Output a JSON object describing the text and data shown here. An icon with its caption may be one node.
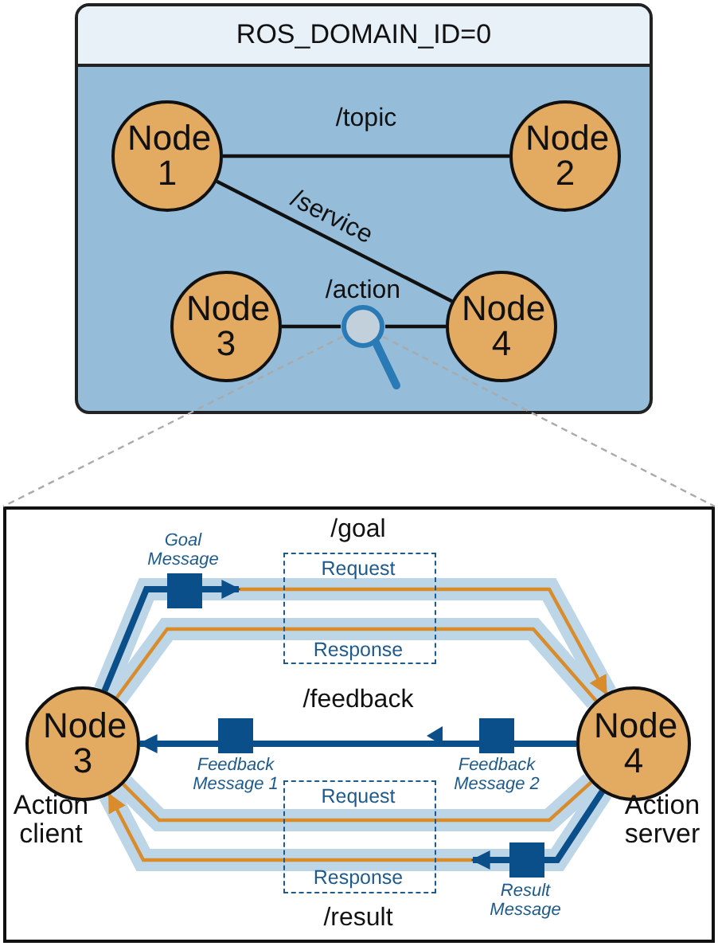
{
  "diagram": {
    "nodes": [
      {
        "text": [
          "ROS_DOMAIN_ID=0"
        ]
      },
      {
        "text": [
          "Node 1"
        ],
        "in": 0
      },
      {
        "text": [
          "Node 2"
        ],
        "in": 0
      },
      {
        "text": [
          "Node 3"
        ],
        "in": 0
      },
      {
        "text": [
          "Node 4"
        ],
        "in": 0
      },
      {
        "text": [],
        "shape": "magnifier",
        "in": 0
      },
      {
        "text": [],
        "shape": "box"
      },
      {
        "text": [
          "Node 3"
        ],
        "in": 6,
        "beside": [
          "Action client"
        ]
      },
      {
        "text": [
          "Node 4"
        ],
        "in": 6,
        "beside": [
          "Action server"
        ]
      }
    ],
    "edges": [
      {
        "from": 1,
        "to": 2,
        "arrow": "none",
        "label": "/topic",
        "color": "#111111"
      },
      {
        "from": 1,
        "to": 4,
        "arrow": "none",
        "label": "/service",
        "color": "#111111"
      },
      {
        "from": 3,
        "to": 5,
        "arrow": "none",
        "label": "/action",
        "color": "#111111"
      },
      {
        "from": 5,
        "to": 4,
        "arrow": "none",
        "color": "#111111"
      },
      {
        "from": 5,
        "to": 6,
        "arrow": "none",
        "style": "dashed",
        "color": "#aaaaaa"
      },
      {
        "from": 5,
        "to": 6,
        "arrow": "none",
        "style": "dashed",
        "color": "#aaaaaa"
      },
      {
        "from": 7,
        "to": 8,
        "arrow": "to",
        "color": "#d98c2b"
      },
      {
        "from": 8,
        "to": 7,
        "arrow": "none",
        "color": "#d98c2b"
      },
      {
        "from": 8,
        "to": 7,
        "arrow": "to",
        "label": "/feedback",
        "style": "thick",
        "color": "#0b4f8a"
      },
      {
        "from": 7,
        "to": 8,
        "arrow": "none",
        "color": "#d98c2b"
      },
      {
        "from": 8,
        "to": 7,
        "arrow": "to",
        "color": "#d98c2b"
      }
    ],
    "labels": [
      "/goal",
      "Goal Message",
      "Request",
      "Response",
      "Feedback Message 1",
      "Feedback Message 2",
      "Request",
      "Response",
      "Result Message",
      "/result"
    ]
  }
}
